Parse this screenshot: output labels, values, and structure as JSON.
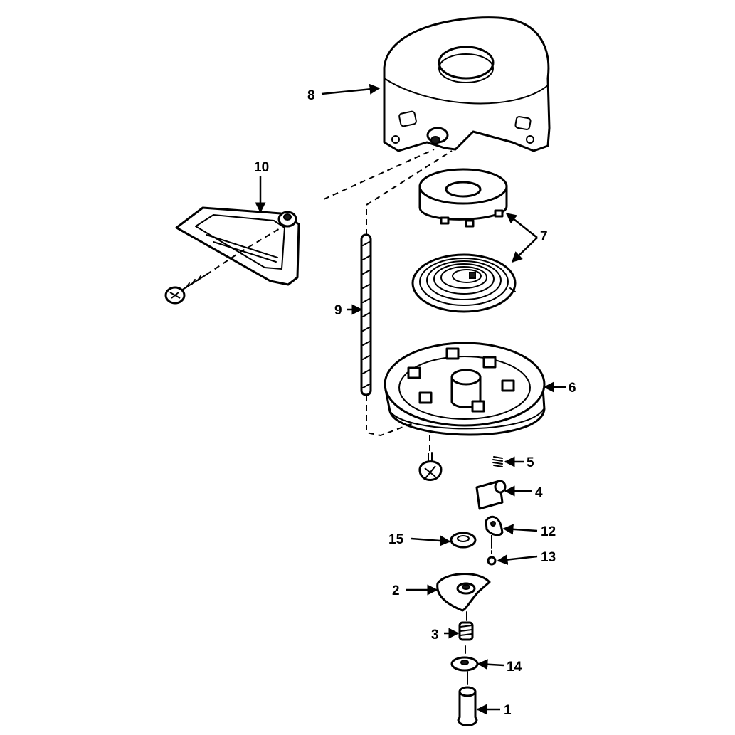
{
  "callouts": {
    "c1": "1",
    "c2": "2",
    "c3": "3",
    "c4": "4",
    "c5": "5",
    "c6": "6",
    "c7": "7",
    "c8": "8",
    "c9": "9",
    "c10": "10",
    "c12": "12",
    "c13": "13",
    "c14": "14",
    "c15": "15"
  },
  "colors": {
    "ink": "#000000",
    "paper": "#ffffff"
  }
}
